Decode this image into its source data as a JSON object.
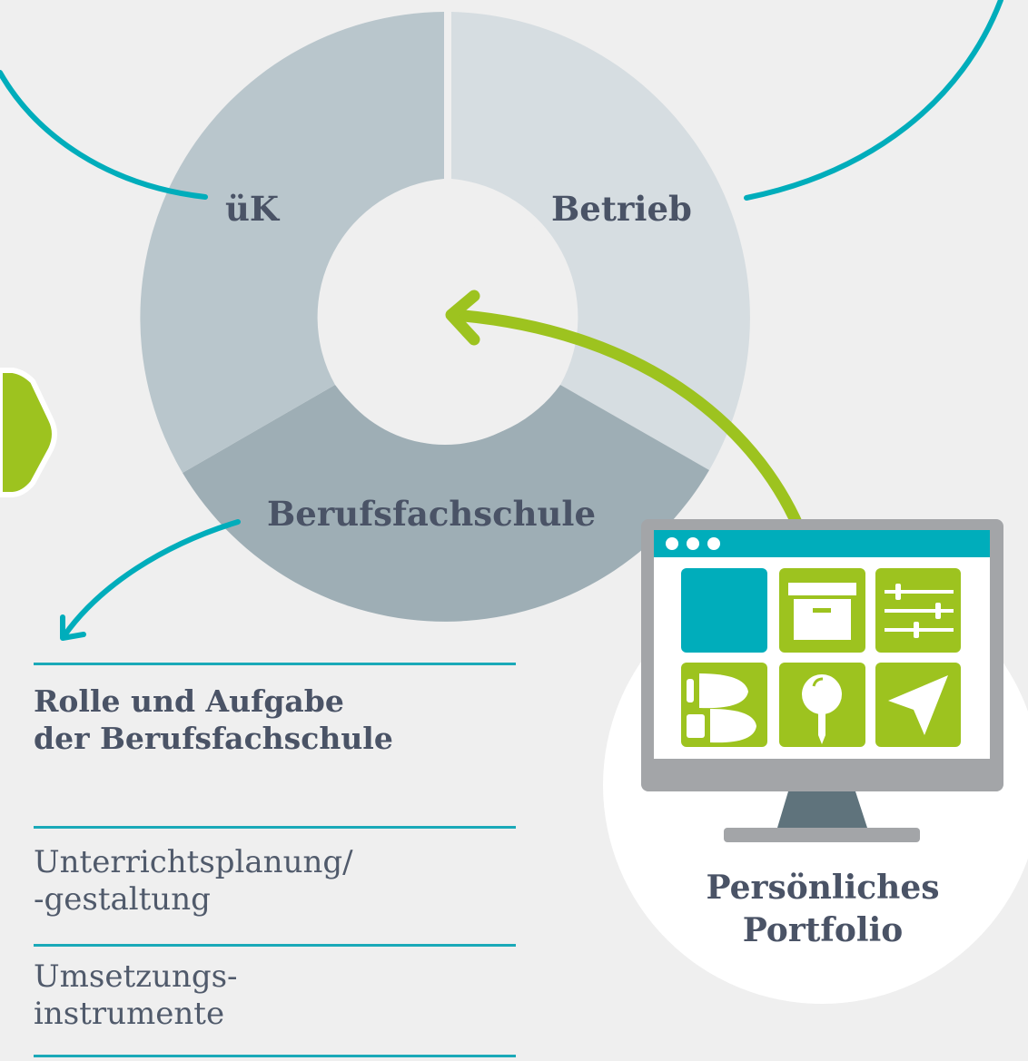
{
  "segments": {
    "uek": "üK",
    "betrieb": "Betrieb",
    "berufsfachschule": "Berufsfachschule"
  },
  "section": {
    "heading_line1": "Rolle und Aufgabe",
    "heading_line2": "der Berufsfachschule",
    "items": [
      {
        "line1": "Unterrichtsplanung/",
        "line2": "-gestaltung"
      },
      {
        "line1": "Umsetzungs-",
        "line2": "instrumente"
      }
    ]
  },
  "portfolio": {
    "line1": "Persönliches",
    "line2": "Portfolio"
  },
  "colors": {
    "background": "#efefef",
    "ring_uek": "#b9c6cc",
    "ring_betrieb": "#d6dde1",
    "ring_berufsfachschule": "#9eaeb5",
    "teal": "#00adbb",
    "green": "#9dc31f",
    "text": "#4a5366"
  },
  "icons": [
    "window-dots-icon",
    "teal-square-tile",
    "archive-box-icon",
    "sliders-icon",
    "footprints-icon",
    "pin-icon",
    "navigation-arrow-icon"
  ]
}
